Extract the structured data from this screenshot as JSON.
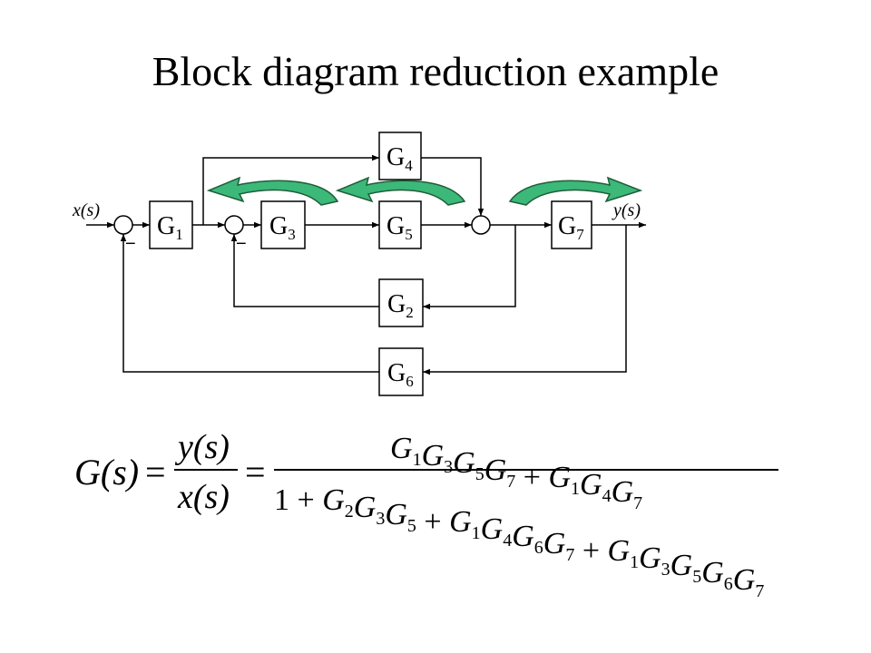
{
  "title": "Block diagram reduction example",
  "signals": {
    "input": "x(s)",
    "output": "y(s)",
    "minus": "−"
  },
  "blocks": [
    {
      "id": "g1",
      "name": "G",
      "sub": "1"
    },
    {
      "id": "g3",
      "name": "G",
      "sub": "3"
    },
    {
      "id": "g5",
      "name": "G",
      "sub": "5"
    },
    {
      "id": "g7",
      "name": "G",
      "sub": "7"
    },
    {
      "id": "g4",
      "name": "G",
      "sub": "4"
    },
    {
      "id": "g2",
      "name": "G",
      "sub": "2"
    },
    {
      "id": "g6",
      "name": "G",
      "sub": "6"
    }
  ],
  "equation": {
    "lhs": "G(s)",
    "eq": "=",
    "ratio_num": "y(s)",
    "ratio_den": "x(s)",
    "numerator": [
      {
        "t": "G",
        "s": "1"
      },
      {
        "t": "G",
        "s": "3"
      },
      {
        "t": "G",
        "s": "5"
      },
      {
        "t": "G",
        "s": "7"
      },
      {
        "t": " + "
      },
      {
        "t": "G",
        "s": "1"
      },
      {
        "t": "G",
        "s": "4"
      },
      {
        "t": "G",
        "s": "7"
      }
    ],
    "denominator": [
      {
        "t": "1 + "
      },
      {
        "t": "G",
        "s": "2"
      },
      {
        "t": "G",
        "s": "3"
      },
      {
        "t": "G",
        "s": "5"
      },
      {
        "t": " + "
      },
      {
        "t": "G",
        "s": "1"
      },
      {
        "t": "G",
        "s": "4"
      },
      {
        "t": "G",
        "s": "6"
      },
      {
        "t": "G",
        "s": "7"
      },
      {
        "t": " + "
      },
      {
        "t": "G",
        "s": "1"
      },
      {
        "t": "G",
        "s": "3"
      },
      {
        "t": "G",
        "s": "5"
      },
      {
        "t": "G",
        "s": "6"
      },
      {
        "t": "G",
        "s": "7"
      }
    ]
  },
  "colors": {
    "line": "#000000",
    "arrow_fill": "#3cb878",
    "arrow_stroke": "#1e5e3a"
  }
}
